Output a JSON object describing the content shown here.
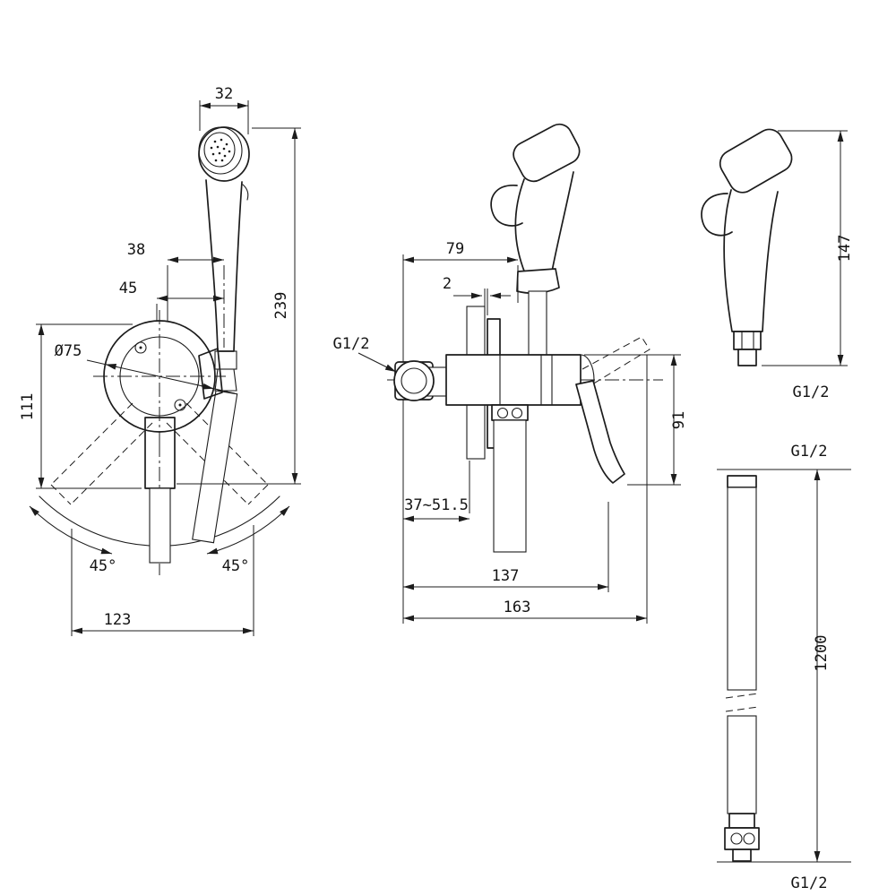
{
  "page": {
    "background": "#ffffff",
    "line_color": "#1c1c1c"
  },
  "views": {
    "front": {
      "name": "front-view",
      "dims": {
        "head_width": "32",
        "holder_offset": "38",
        "spray_offset": "45",
        "escutcheon_diameter": "Ø75",
        "bracket_height": "111",
        "overall_height": "239",
        "swivel_left": "45°",
        "swivel_right": "45°",
        "swivel_width": "123"
      }
    },
    "side": {
      "name": "side-view",
      "dims": {
        "reach": "79",
        "plate_gap": "2",
        "inlet_thread": "G1/2",
        "drop": "91",
        "wall_depth_range": "37~51.5",
        "depth_to_handle": "137",
        "depth_overall": "163"
      }
    },
    "handset": {
      "name": "handset-view",
      "dims": {
        "height": "147",
        "outlet_thread": "G1/2"
      }
    },
    "hose": {
      "name": "hose-view",
      "dims": {
        "top_thread": "G1/2",
        "length": "1200",
        "bottom_thread": "G1/2"
      }
    }
  }
}
